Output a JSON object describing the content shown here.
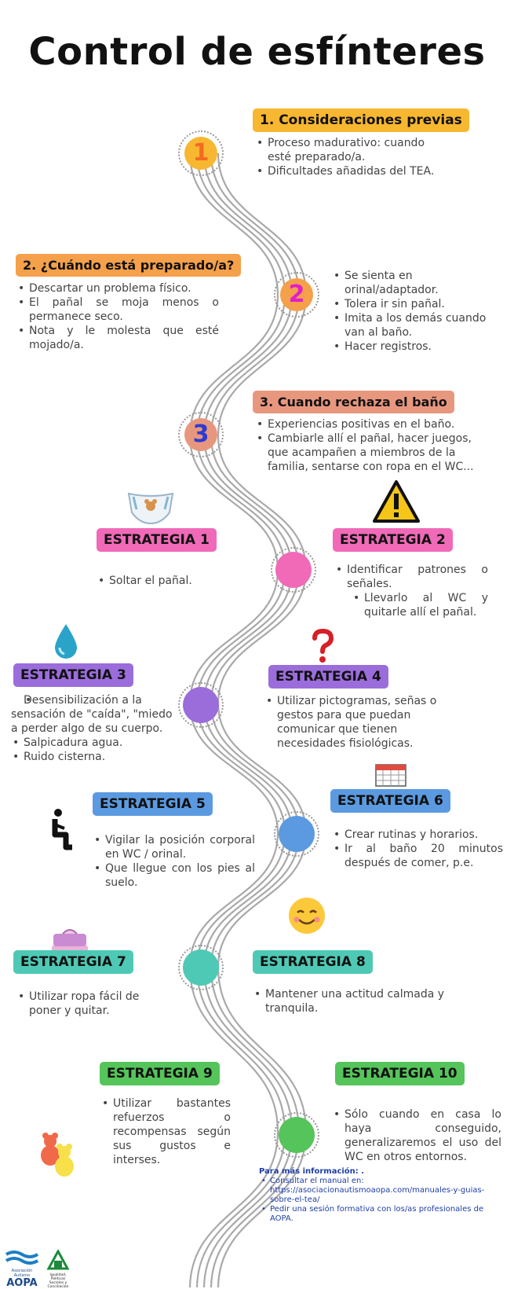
{
  "title": "Control de esfínteres",
  "sections": {
    "s1": {
      "label": "1.  Consideraciones previas",
      "items": [
        "Proceso madurativo: cuando esté preparado/a.",
        "Dificultades añadidas del TEA."
      ]
    },
    "s2": {
      "label": "2. ¿Cuándo está preparado/a?",
      "items_left": [
        "Descartar un problema físico.",
        "El pañal se moja menos o permanece seco.",
        "Nota y le molesta que esté mojado/a."
      ],
      "items_right": [
        "Se sienta en orinal/adaptador.",
        "Tolera ir sin pañal.",
        "Imita a los demás cuando van al baño.",
        "Hacer registros."
      ]
    },
    "s3": {
      "label": "3. Cuando rechaza el baño",
      "items": [
        "Experiencias positivas en el baño.",
        "Cambiarle allí el pañal, hacer juegos, que acampañen a miembros de la familia, sentarse con ropa en el WC..."
      ]
    }
  },
  "numbers": [
    "1",
    "2",
    "3"
  ],
  "strategies": [
    {
      "label": "ESTRATEGIA 1",
      "color": "#f06ab8",
      "items": [
        "Soltar el pañal."
      ]
    },
    {
      "label": "ESTRATEGIA 2",
      "color": "#f06ab8",
      "items": [
        "Identificar patrones o señales.",
        "Llevarlo al WC y quitarle allí el pañal."
      ]
    },
    {
      "label": "ESTRATEGIA 3",
      "color": "#9b6ddb",
      "items": [
        "Desensibilización a la sensación de \"caída\", \"miedo a perder algo de su cuerpo.",
        "Salpicadura agua.",
        "Ruido cisterna."
      ]
    },
    {
      "label": "ESTRATEGIA 4",
      "color": "#9b6ddb",
      "items": [
        "Utilizar pictogramas, señas o gestos para que puedan comunicar que tienen necesidades fisiológicas."
      ]
    },
    {
      "label": "ESTRATEGIA 5",
      "color": "#5b9ae0",
      "items": [
        "Vigilar la posición corporal en WC / orinal.",
        "Que llegue con los pies al suelo."
      ]
    },
    {
      "label": "ESTRATEGIA 6",
      "color": "#5b9ae0",
      "items": [
        "Crear rutinas y horarios.",
        "Ir al baño 20 minutos después de comer, p.e."
      ]
    },
    {
      "label": "ESTRATEGIA 7",
      "color": "#4ec9b5",
      "items": [
        "Utilizar ropa fácil de poner y quitar."
      ]
    },
    {
      "label": "ESTRATEGIA 8",
      "color": "#4ec9b5",
      "items": [
        "Mantener una actitud calmada y tranquila."
      ]
    },
    {
      "label": "ESTRATEGIA 9",
      "color": "#55c45a",
      "items": [
        "Utilizar bastantes refuerzos o recompensas según sus gustos e interses."
      ]
    },
    {
      "label": "ESTRATEGIA 10",
      "color": "#55c45a",
      "items": [
        "Sólo cuando en casa lo haya conseguido, generalizaremos el uso del WC en otros entornos."
      ]
    }
  ],
  "info": {
    "head": "Para más información: .",
    "items": [
      "Consultar el manual en: https://asociacionautismoaopa.com/manuales-y-guias-sobre-el-tea/",
      "Pedir una sesión formativa con los/as profesionales de AOPA."
    ]
  },
  "logo": {
    "name": "AOPA",
    "sub": "Asociación Autismo",
    "junta": "Igualdad, Políticas Sociales y Conciliación"
  },
  "colors": {
    "s1": "#f7b731",
    "s2": "#f5a04a",
    "s3": "#e8977f",
    "road": "#a9a9a9"
  },
  "icons": [
    "diaper-icon",
    "warning-icon",
    "water-drop-icon",
    "question-mark-icon",
    "calendar-icon",
    "person-sitting-icon",
    "clothes-icon",
    "smile-icon",
    "gummy-bears-icon"
  ]
}
